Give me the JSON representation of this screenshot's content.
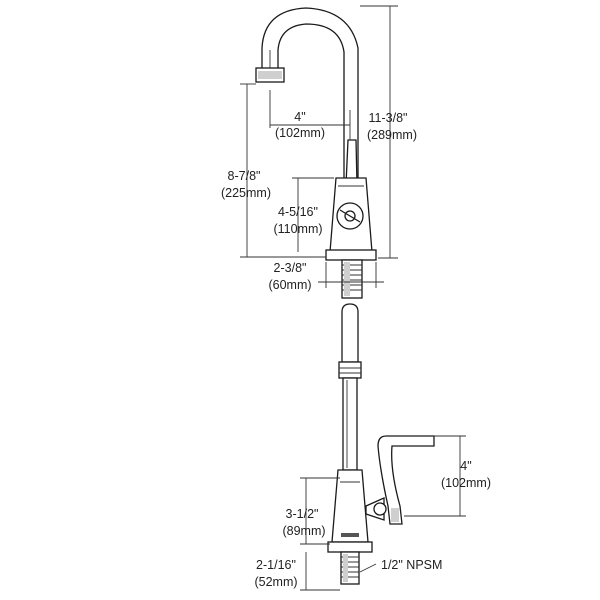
{
  "dimensions": {
    "spout_reach": {
      "inch": "4\"",
      "mm": "(102mm)"
    },
    "overall_height": {
      "inch": "11-3/8\"",
      "mm": "(289mm)"
    },
    "spout_height": {
      "inch": "8-7/8\"",
      "mm": "(225mm)"
    },
    "body_height": {
      "inch": "4-5/16\"",
      "mm": "(110mm)"
    },
    "base_diameter": {
      "inch": "2-3/8\"",
      "mm": "(60mm)"
    },
    "handle_length": {
      "inch": "4\"",
      "mm": "(102mm)"
    },
    "valve_body_height": {
      "inch": "3-1/2\"",
      "mm": "(89mm)"
    },
    "shank_length": {
      "inch": "2-1/16\"",
      "mm": "(52mm)"
    },
    "connection": "1/2\" NPSM"
  },
  "colors": {
    "line": "#1a1a1a",
    "shade": "#cfcfcf",
    "background": "#ffffff"
  }
}
